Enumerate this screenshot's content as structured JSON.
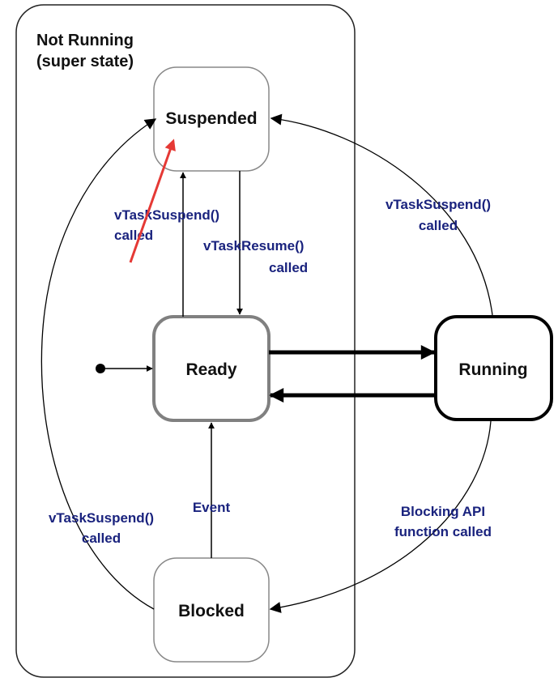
{
  "superstate": {
    "title_line1": "Not Running",
    "title_line2": "(super state)"
  },
  "states": {
    "suspended": "Suspended",
    "ready": "Ready",
    "running": "Running",
    "blocked": "Blocked"
  },
  "transitions": {
    "ready_to_suspended": {
      "line1": "vTaskSuspend()",
      "line2": "called"
    },
    "suspended_to_ready": {
      "line1": "vTaskResume()",
      "line2": "called"
    },
    "running_to_suspended": {
      "line1": "vTaskSuspend()",
      "line2": "called"
    },
    "blocked_to_suspended": {
      "line1": "vTaskSuspend()",
      "line2": "called"
    },
    "blocked_to_ready": {
      "line1": "Event"
    },
    "running_to_blocked": {
      "line1": "Blocking API",
      "line2": "function called"
    }
  },
  "colors": {
    "label_text": "#1a237e",
    "state_text": "#111111",
    "annotation_arrow": "#e53935",
    "ready_border": "#808080"
  }
}
